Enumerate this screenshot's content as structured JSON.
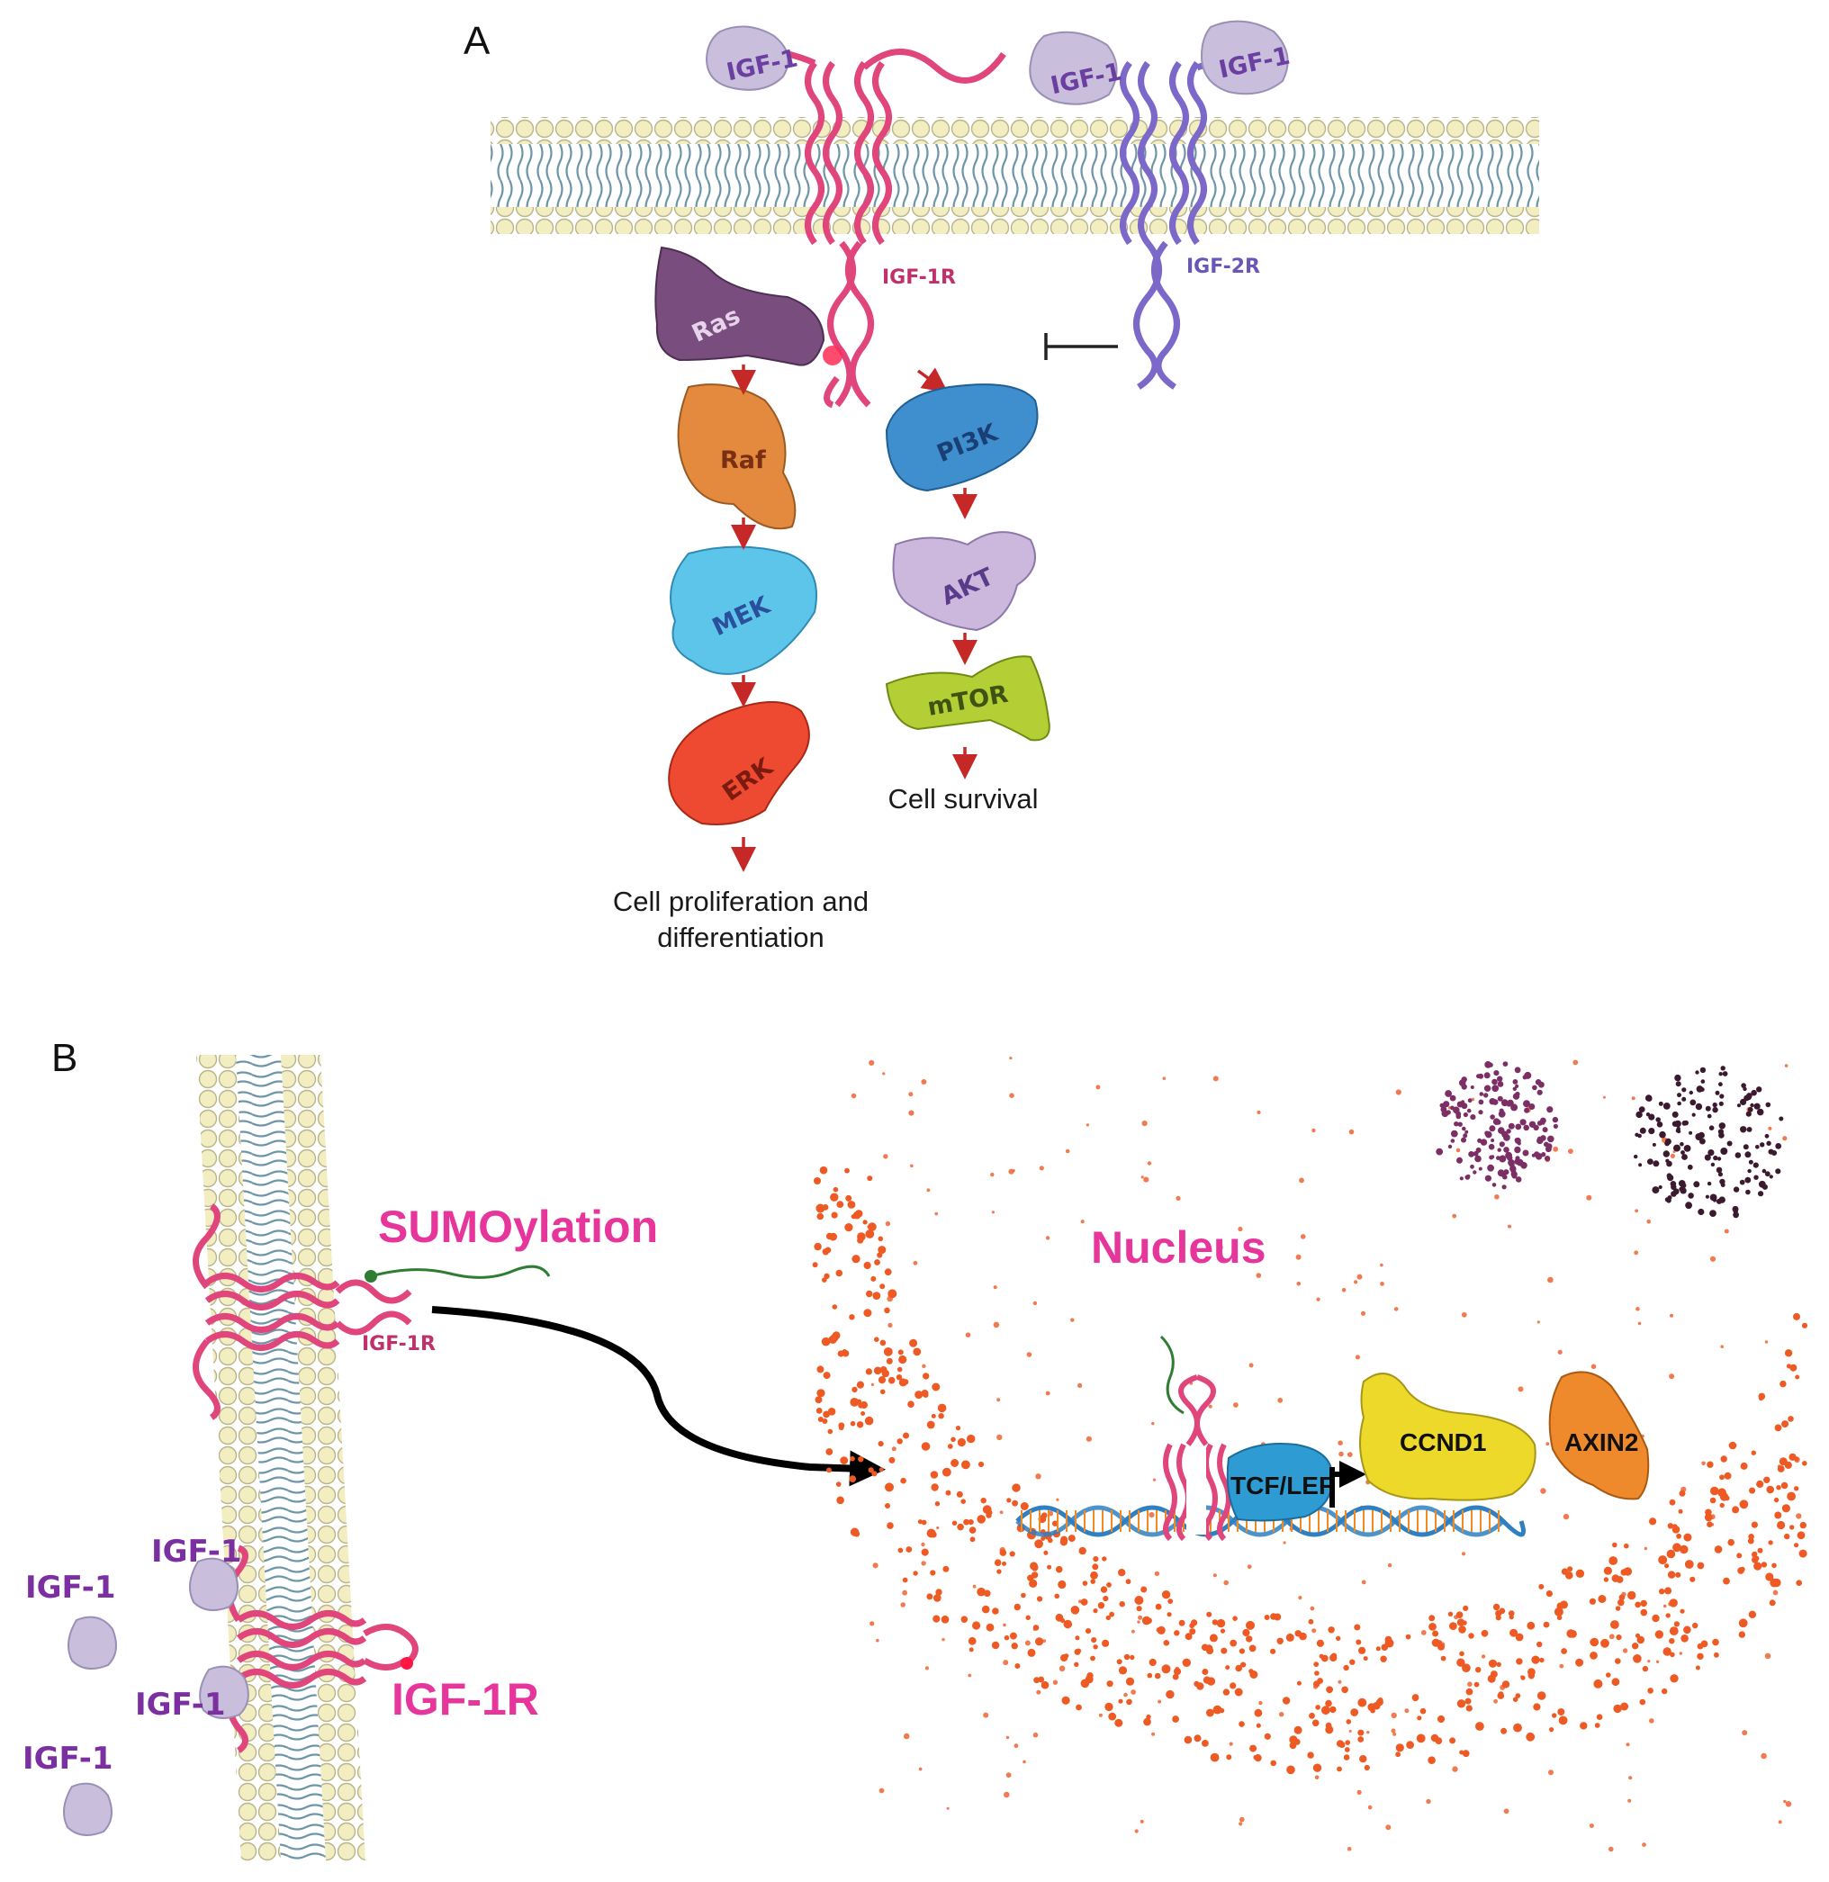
{
  "colors": {
    "igf1r": "#e0457b",
    "igf2r": "#7b68c9",
    "ligand": "#c9bfdc",
    "lipid_head": "#f3eec2",
    "lipid_tail": "#6d95a8",
    "arrow": "#c62828",
    "nucleus_dots": "#ee5a24",
    "sumo_text": "#e6359b"
  },
  "panel_a": {
    "label": "A",
    "ligands": [
      "IGF-1",
      "IGF-1",
      "IGF-1"
    ],
    "receptors": {
      "igf1r": "IGF-1R",
      "igf2r": "IGF-2R"
    },
    "mapk_pathway": [
      {
        "name": "Ras",
        "color": "#7a4d7f",
        "text_color": "#4a2a50"
      },
      {
        "name": "Raf",
        "color": "#e38a3f",
        "text_color": "#7a2e12"
      },
      {
        "name": "MEK",
        "color": "#5ec5ea",
        "text_color": "#2a4f9c"
      },
      {
        "name": "ERK",
        "color": "#ee4a32",
        "text_color": "#7a1a10"
      }
    ],
    "pi3k_pathway": [
      {
        "name": "PI3K",
        "color": "#3f8fcf",
        "text_color": "#1a3f74"
      },
      {
        "name": "AKT",
        "color": "#cbb8dc",
        "text_color": "#5a3b8a"
      },
      {
        "name": "mTOR",
        "color": "#b3cf35",
        "text_color": "#3e5212"
      }
    ],
    "outcomes": {
      "mapk_line1": "Cell proliferation and",
      "mapk_line2": "differentiation",
      "pi3k": "Cell survival"
    }
  },
  "panel_b": {
    "label": "B",
    "sumoylation": "SUMOylation",
    "nucleus": "Nucleus",
    "receptor_upper": "IGF-1R",
    "receptor_lower": "IGF-1R",
    "free_ligands": [
      "IGF-1",
      "IGF-1",
      "IGF-1",
      "IGF-1"
    ],
    "transcription_factor": "TCF/LEF",
    "target_genes": [
      {
        "name": "CCND1",
        "color": "#ecd92a"
      },
      {
        "name": "AXIN2",
        "color": "#ef8a2c"
      }
    ]
  }
}
